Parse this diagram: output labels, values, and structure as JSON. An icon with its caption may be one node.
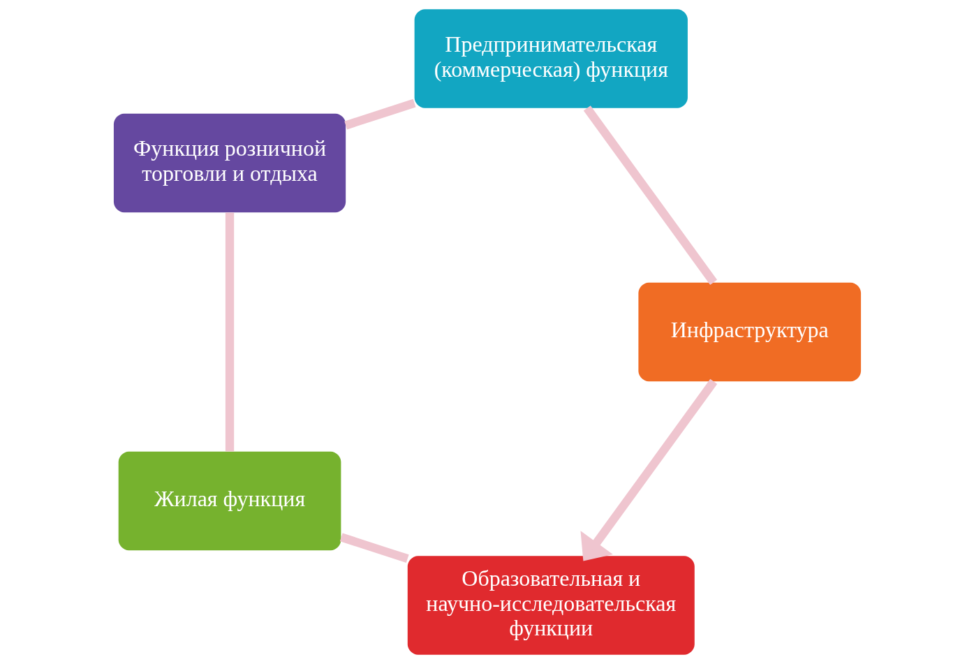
{
  "diagram": {
    "nodes": [
      {
        "text": [
          "Образовательная и научно-исследовательская функции"
        ]
      },
      {
        "text": [
          "Жилая функция"
        ]
      },
      {
        "text": [
          "Функция розничной торговли и отдыха"
        ]
      },
      {
        "text": [
          "Предпринимательская (коммерческая) функция"
        ]
      },
      {
        "text": [
          "Инфраструктура"
        ]
      }
    ],
    "edges": [
      {
        "from": 0,
        "to": 1,
        "arrow": "none"
      },
      {
        "from": 1,
        "to": 2,
        "arrow": "none"
      },
      {
        "from": 2,
        "to": 3,
        "arrow": "none"
      },
      {
        "from": 3,
        "to": 4,
        "arrow": "none"
      },
      {
        "from": 4,
        "to": 0,
        "arrow": "to"
      }
    ]
  }
}
